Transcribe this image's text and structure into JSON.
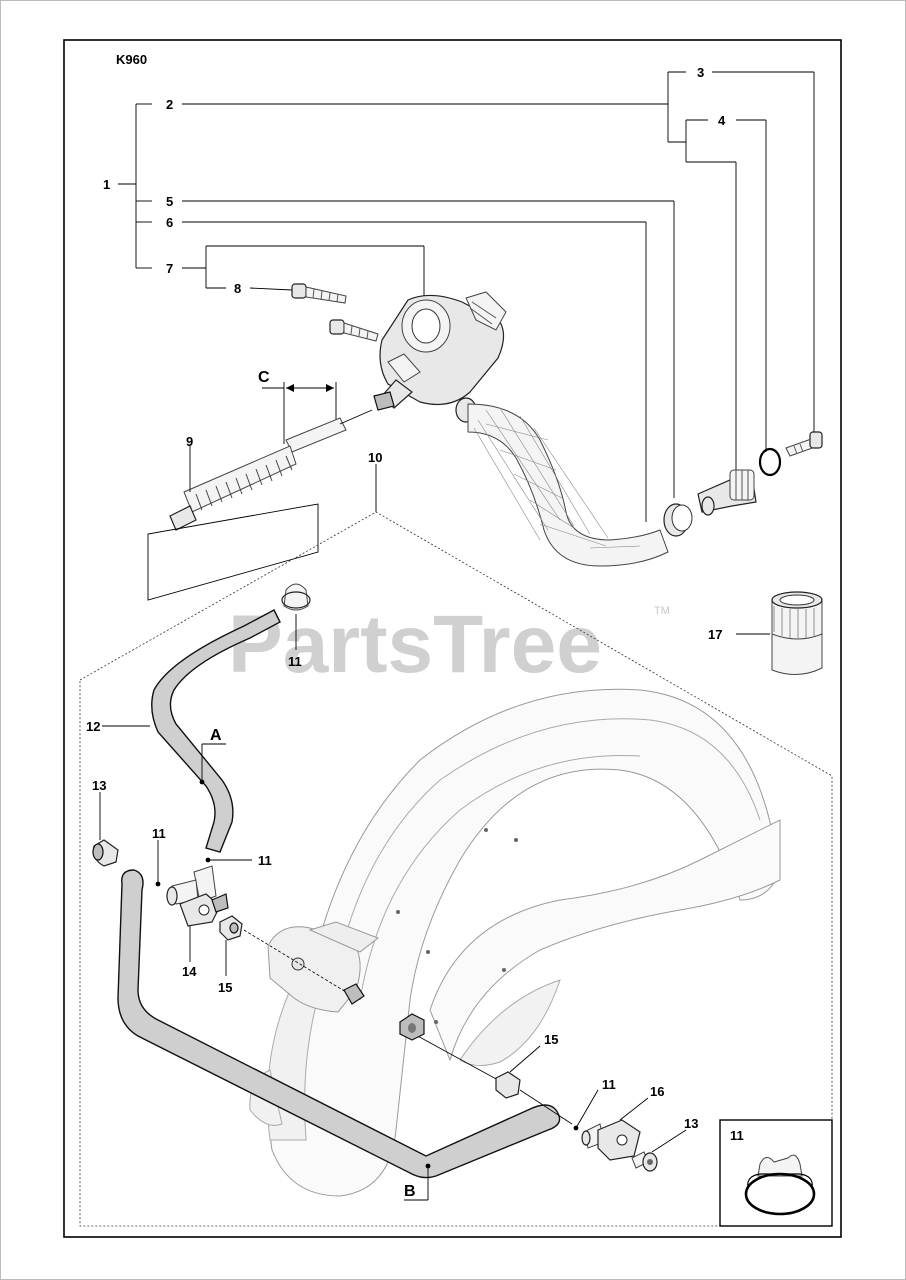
{
  "model": "K960",
  "watermark": {
    "text": "PartsTree",
    "tm": "TM"
  },
  "callouts": {
    "c1": "1",
    "c2": "2",
    "c3": "3",
    "c4": "4",
    "c5": "5",
    "c6": "6",
    "c7": "7",
    "c8": "8",
    "c9": "9",
    "c10": "10",
    "c11": "11",
    "c12": "12",
    "c13": "13",
    "c14": "14",
    "c15": "15",
    "c16": "16",
    "c17": "17"
  },
  "letters": {
    "a": "A",
    "b": "B",
    "c": "C"
  },
  "colors": {
    "line": "#000000",
    "background": "#ffffff",
    "watermark": "#c8c8c8"
  }
}
